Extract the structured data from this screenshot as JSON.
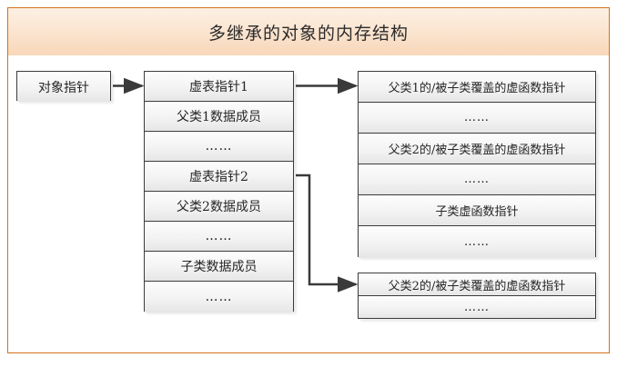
{
  "figure": {
    "title": "多继承的对象的内存结构",
    "accent_color": "#d4721c",
    "title_gradient_top": "#fcf0e4",
    "title_gradient_bottom": "#f7d7b9",
    "box_border_color": "#3c3c3c",
    "arrow_color": "#3a3a3a"
  },
  "object_pointer": {
    "label": "对象指针"
  },
  "object_layout": {
    "rows": [
      {
        "label": "虚表指针1"
      },
      {
        "label": "父类1数据成员"
      },
      {
        "label": "……"
      },
      {
        "label": "虚表指针2"
      },
      {
        "label": "父类2数据成员"
      },
      {
        "label": "……"
      },
      {
        "label": "子类数据成员"
      },
      {
        "label": "……"
      }
    ]
  },
  "vtable_1": {
    "rows": [
      {
        "label": "父类1的/被子类覆盖的虚函数指针"
      },
      {
        "label": "……"
      },
      {
        "label": "父类2的/被子类覆盖的虚函数指针"
      },
      {
        "label": "……"
      },
      {
        "label": "子类虚函数指针"
      },
      {
        "label": "……"
      }
    ]
  },
  "vtable_2": {
    "rows": [
      {
        "label": "父类2的/被子类覆盖的虚函数指针"
      },
      {
        "label": "……"
      }
    ]
  }
}
